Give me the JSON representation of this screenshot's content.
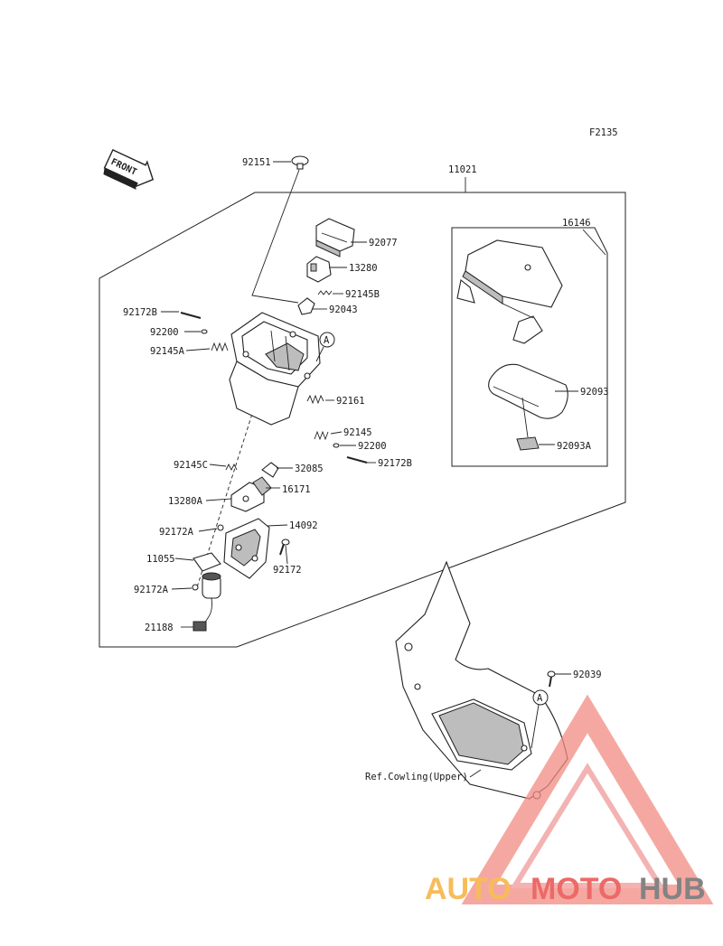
{
  "figure_code": "F2135",
  "front_label": "FRONT",
  "callout_a": "A",
  "watermark": {
    "auto": "AUTO",
    "moto": "MOTO",
    "hub": "HUB"
  },
  "parts": {
    "p92151": "92151",
    "p11021": "11021",
    "p16146": "16146",
    "p92077": "92077",
    "p13280": "13280",
    "p92145B": "92145B",
    "p92043": "92043",
    "p92172B_left": "92172B",
    "p92200_left": "92200",
    "p92145A": "92145A",
    "p92161": "92161",
    "p92145": "92145",
    "p92200_right": "92200",
    "p92172B_right": "92172B",
    "p92145C": "92145C",
    "p32085": "32085",
    "p16171": "16171",
    "p13280A": "13280A",
    "p14092": "14092",
    "p92172A_1": "92172A",
    "p11055": "11055",
    "p92172": "92172",
    "p92172A_2": "92172A",
    "p21188": "21188",
    "p92093": "92093",
    "p92093A": "92093A",
    "p92039": "92039",
    "ref_cowling": "Ref.Cowling(Upper)"
  },
  "colors": {
    "watermark_orange": "#f5a623",
    "watermark_red": "#e53935",
    "watermark_gray": "#5a5a5a"
  }
}
